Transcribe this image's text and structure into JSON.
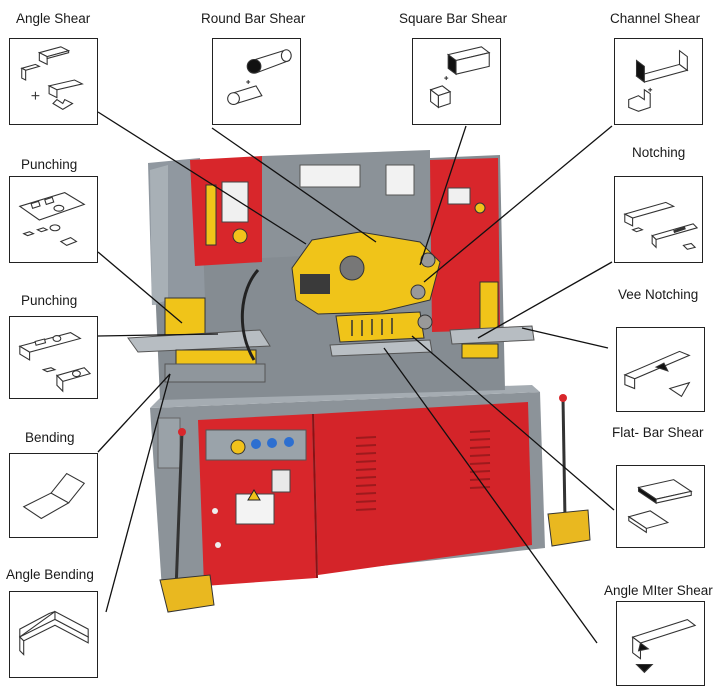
{
  "callouts": {
    "angle_shear": "Angle Shear",
    "round_bar_shear": "Round Bar Shear",
    "square_bar_shear": "Square Bar Shear",
    "channel_shear": "Channel Shear",
    "punching_1": "Punching",
    "notching": "Notching",
    "punching_2": "Punching",
    "vee_notching": "Vee Notching",
    "bending": "Bending",
    "flat_bar_shear": "Flat- Bar Shear",
    "angle_bending": "Angle Bending",
    "angle_miter_shear": "Angle MIter Shear"
  },
  "colors": {
    "machine_red": "#d8262b",
    "machine_grey": "#8f969c",
    "tool_yellow": "#f0c419",
    "leader_line": "#111111"
  }
}
